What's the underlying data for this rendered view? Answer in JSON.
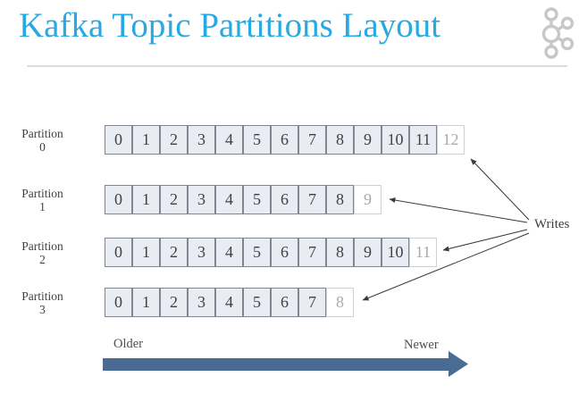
{
  "slide": {
    "title": "Kafka Topic Partitions Layout",
    "writes_label": "Writes",
    "older_label": "Older",
    "newer_label": "Newer"
  },
  "partitions": [
    {
      "name": "Partition",
      "number": "0",
      "cells": [
        {
          "n": "0",
          "state": "filled"
        },
        {
          "n": "1",
          "state": "filled"
        },
        {
          "n": "2",
          "state": "filled"
        },
        {
          "n": "3",
          "state": "filled"
        },
        {
          "n": "4",
          "state": "filled"
        },
        {
          "n": "5",
          "state": "filled"
        },
        {
          "n": "6",
          "state": "filled"
        },
        {
          "n": "7",
          "state": "filled"
        },
        {
          "n": "8",
          "state": "filled"
        },
        {
          "n": "9",
          "state": "filled"
        },
        {
          "n": "10",
          "state": "filled"
        },
        {
          "n": "11",
          "state": "filled"
        },
        {
          "n": "12",
          "state": "next"
        }
      ]
    },
    {
      "name": "Partition",
      "number": "1",
      "cells": [
        {
          "n": "0",
          "state": "filled"
        },
        {
          "n": "1",
          "state": "filled"
        },
        {
          "n": "2",
          "state": "filled"
        },
        {
          "n": "3",
          "state": "filled"
        },
        {
          "n": "4",
          "state": "filled"
        },
        {
          "n": "5",
          "state": "filled"
        },
        {
          "n": "6",
          "state": "filled"
        },
        {
          "n": "7",
          "state": "filled"
        },
        {
          "n": "8",
          "state": "filled"
        },
        {
          "n": "9",
          "state": "next"
        }
      ]
    },
    {
      "name": "Partition",
      "number": "2",
      "cells": [
        {
          "n": "0",
          "state": "filled"
        },
        {
          "n": "1",
          "state": "filled"
        },
        {
          "n": "2",
          "state": "filled"
        },
        {
          "n": "3",
          "state": "filled"
        },
        {
          "n": "4",
          "state": "filled"
        },
        {
          "n": "5",
          "state": "filled"
        },
        {
          "n": "6",
          "state": "filled"
        },
        {
          "n": "7",
          "state": "filled"
        },
        {
          "n": "8",
          "state": "filled"
        },
        {
          "n": "9",
          "state": "filled"
        },
        {
          "n": "10",
          "state": "filled"
        },
        {
          "n": "11",
          "state": "next"
        }
      ]
    },
    {
      "name": "Partition",
      "number": "3",
      "cells": [
        {
          "n": "0",
          "state": "filled"
        },
        {
          "n": "1",
          "state": "filled"
        },
        {
          "n": "2",
          "state": "filled"
        },
        {
          "n": "3",
          "state": "filled"
        },
        {
          "n": "4",
          "state": "filled"
        },
        {
          "n": "5",
          "state": "filled"
        },
        {
          "n": "6",
          "state": "filled"
        },
        {
          "n": "7",
          "state": "filled"
        },
        {
          "n": "8",
          "state": "next"
        }
      ]
    }
  ],
  "colors": {
    "title": "#29a9e1",
    "cell_fill": "#e9edf3",
    "cell_border": "#81878f",
    "next_cell_border": "#ccd1d7",
    "next_cell_text": "#a4aab2",
    "writes_arrow": "#3a3a3a",
    "timeline_arrow": "#4a6c94",
    "logo_gray": "#c7c7c7"
  }
}
